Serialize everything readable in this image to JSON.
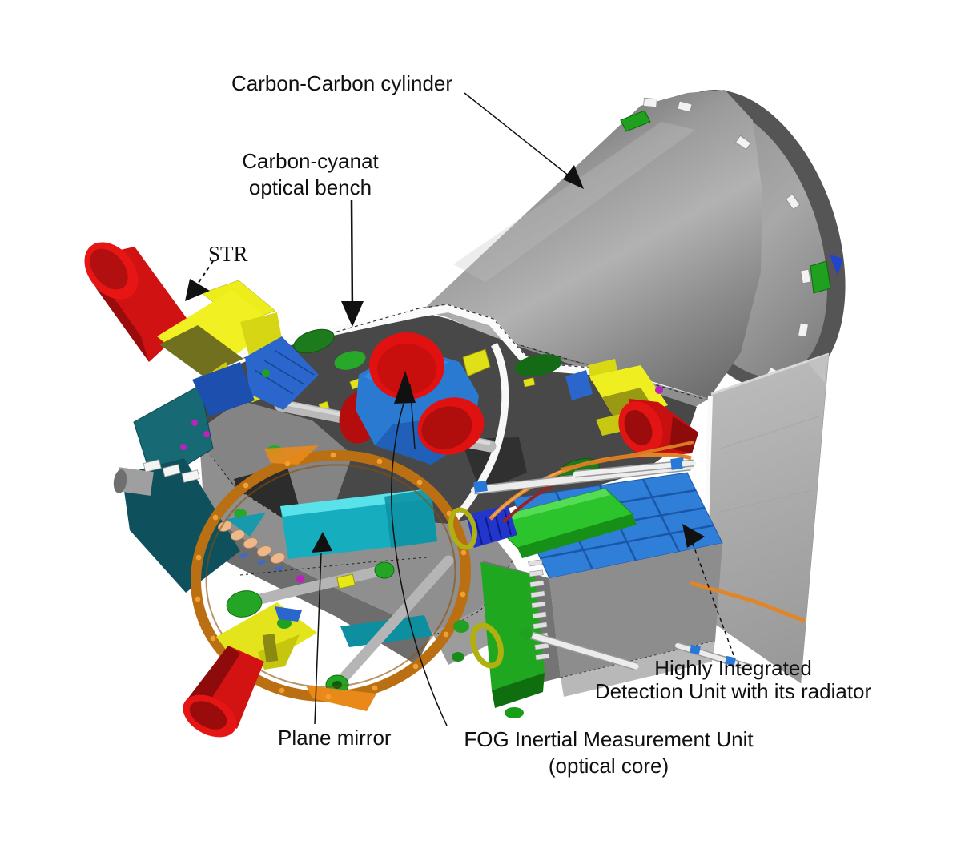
{
  "figure": {
    "type": "3d-cad-exploded-view",
    "background": "#ffffff",
    "labels": {
      "carbon_cylinder": "Carbon-Carbon cylinder",
      "optical_bench_line1": "Carbon-cyanat",
      "optical_bench_line2": "optical bench",
      "str": "STR",
      "hidu_line1": "Highly Integrated",
      "hidu_line2": "Detection Unit with its radiator",
      "plane_mirror": "Plane mirror",
      "fog_line1": "FOG Inertial Measurement Unit",
      "fog_line2": "(optical core)"
    },
    "parts": [
      {
        "id": "carbon-carbon-cylinder",
        "label": "Carbon-Carbon cylinder",
        "color": "#9a9a9a"
      },
      {
        "id": "optical-bench",
        "label": "Carbon-cyanat optical bench",
        "color": "#484848"
      },
      {
        "id": "str-star-tracker",
        "label": "STR",
        "colors": [
          "#eded1c",
          "#d01212"
        ]
      },
      {
        "id": "plane-mirror",
        "label": "Plane mirror",
        "color": "#16aebe"
      },
      {
        "id": "mirror-mount-ring",
        "color": "#b96f12"
      },
      {
        "id": "fog-imu",
        "label": "FOG Inertial Measurement Unit (optical core)",
        "colors": [
          "#2b7ad2",
          "#e21111"
        ]
      },
      {
        "id": "detection-unit",
        "label": "Highly Integrated Detection Unit with its radiator",
        "colors": [
          "#2f7fd8",
          "#22b022"
        ]
      },
      {
        "id": "radiator",
        "color": "#ababab"
      }
    ],
    "palette": {
      "leader_lines": "#111111",
      "cylinder_gray": "#9a9a9a",
      "bench_dark": "#484848",
      "teal_panel": "#0e515c",
      "mirror_cyan": "#16aebe",
      "ring_orange": "#b96f12",
      "imu_blue": "#2b7ad2",
      "baffle_red": "#d01212",
      "str_yellow": "#eded1c",
      "pcb_green": "#22a022",
      "grid_blue": "#2f7fd8",
      "pipe_orange": "#e0862a",
      "radiator_gray": "#ababab"
    }
  }
}
